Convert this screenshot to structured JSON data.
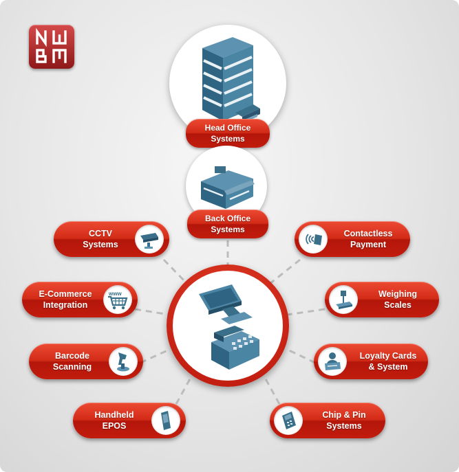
{
  "brand": {
    "logo_text": "NWBM"
  },
  "top": {
    "head_office": "Head Office\nSystems",
    "back_office": "Back Office\nSystems"
  },
  "hub": {
    "center_icon": "pos-terminal-and-cash-register-icon"
  },
  "left_items": [
    {
      "label": "CCTV\nSystems",
      "icon": "cctv-camera-icon"
    },
    {
      "label": "E-Commerce\nIntegration",
      "icon": "www-shopping-cart-icon"
    },
    {
      "label": "Barcode\nScanning",
      "icon": "barcode-scanner-icon"
    },
    {
      "label": "Handheld\nEPOS",
      "icon": "handheld-device-icon"
    }
  ],
  "right_items": [
    {
      "label": "Contactless\nPayment",
      "icon": "contactless-card-icon"
    },
    {
      "label": "Weighing\nScales",
      "icon": "weighing-scale-icon"
    },
    {
      "label": "Loyalty Cards\n& System",
      "icon": "loyalty-card-icon"
    },
    {
      "label": "Chip & Pin\nSystems",
      "icon": "chip-and-pin-terminal-icon"
    }
  ],
  "colors": {
    "accent_red": "#d0281a",
    "icon_blue": "#3a6f8a",
    "background": "#e4e4e4",
    "connector": "#bdbdbd"
  }
}
